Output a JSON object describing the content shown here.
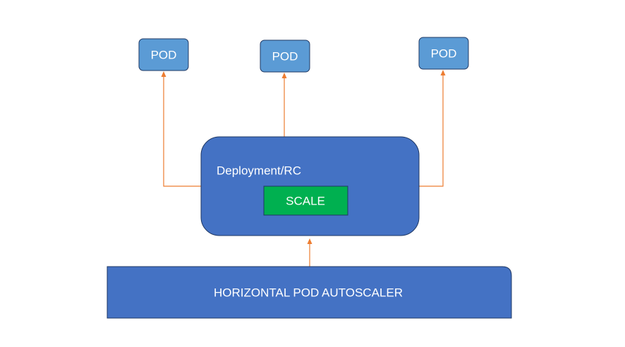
{
  "pods": [
    {
      "label": "POD"
    },
    {
      "label": "POD"
    },
    {
      "label": "POD"
    }
  ],
  "deployment": {
    "label": "Deployment/RC",
    "scale_label": "SCALE"
  },
  "hpa": {
    "label": "HORIZONTAL POD AUTOSCALER"
  },
  "colors": {
    "pod_fill": "#5b9bd5",
    "deployment_fill": "#4472c4",
    "scale_fill": "#00b050",
    "hpa_fill": "#4472c4",
    "connector": "#ed7d31",
    "outline": "#1f3864",
    "text": "#ffffff"
  }
}
